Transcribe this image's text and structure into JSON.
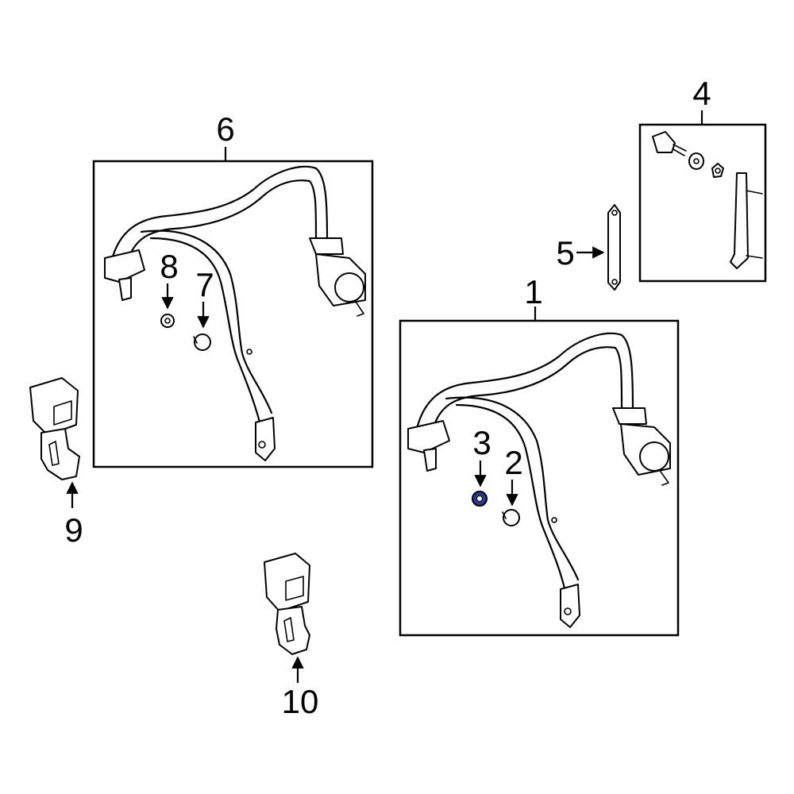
{
  "callouts": {
    "c1": "1",
    "c2": "2",
    "c3": "3",
    "c4": "4",
    "c5": "5",
    "c6": "6",
    "c7": "7",
    "c8": "8",
    "c9": "9",
    "c10": "10"
  },
  "colors": {
    "line": "#000000",
    "background": "#ffffff",
    "highlight": "#2a3a8c"
  },
  "highlighted_part": "3"
}
